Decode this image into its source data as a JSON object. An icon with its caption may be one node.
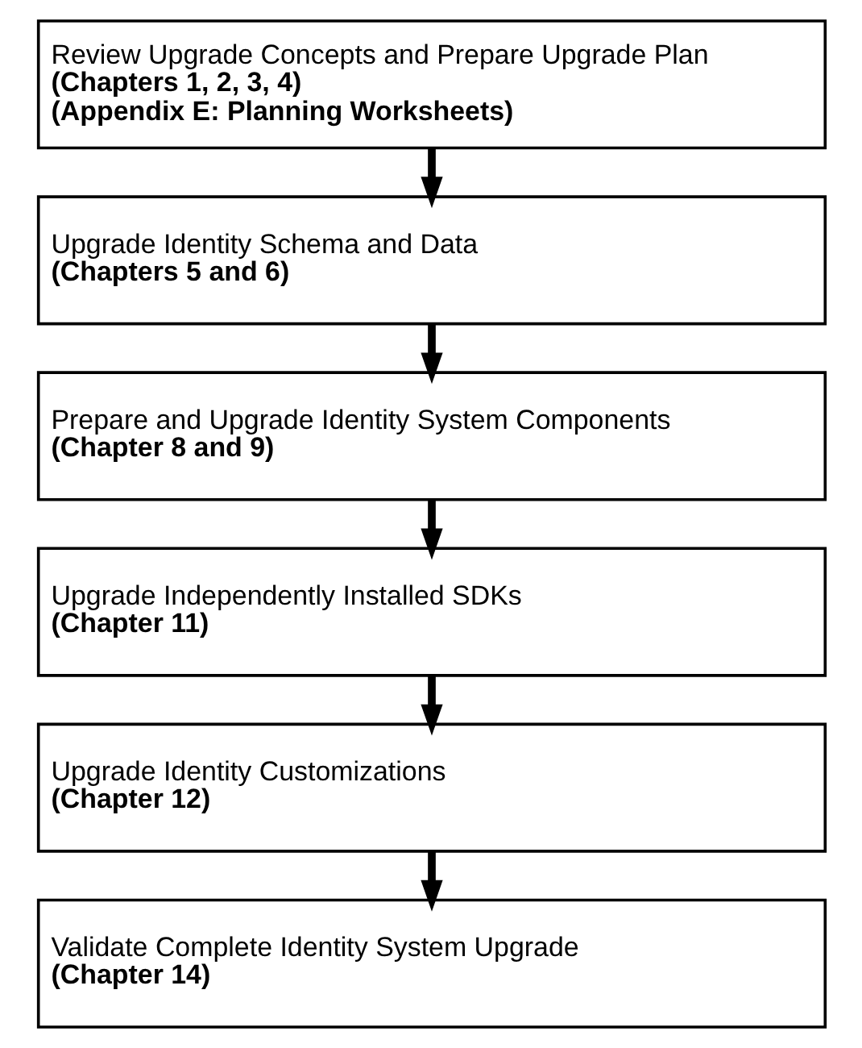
{
  "diagram": {
    "nodes": [
      {
        "text": [
          "Review Upgrade Concepts and Prepare Upgrade Plan",
          "(Chapters 1, 2, 3, 4)",
          "(Appendix E: Planning Worksheets)"
        ]
      },
      {
        "text": [
          "Upgrade Identity Schema and Data",
          "(Chapters 5 and 6)"
        ]
      },
      {
        "text": [
          "Prepare and Upgrade Identity System Components",
          "(Chapter 8 and 9)"
        ]
      },
      {
        "text": [
          "Upgrade Independently Installed SDKs",
          "(Chapter 11)"
        ]
      },
      {
        "text": [
          "Upgrade Identity Customizations",
          "(Chapter 12)"
        ]
      },
      {
        "text": [
          "Validate Complete Identity System Upgrade",
          "(Chapter 14)"
        ]
      }
    ],
    "edges": [
      {
        "from": 0,
        "to": 1,
        "arrow": "to"
      },
      {
        "from": 1,
        "to": 2,
        "arrow": "to"
      },
      {
        "from": 2,
        "to": 3,
        "arrow": "to"
      },
      {
        "from": 3,
        "to": 4,
        "arrow": "to"
      },
      {
        "from": 4,
        "to": 5,
        "arrow": "to"
      }
    ]
  }
}
